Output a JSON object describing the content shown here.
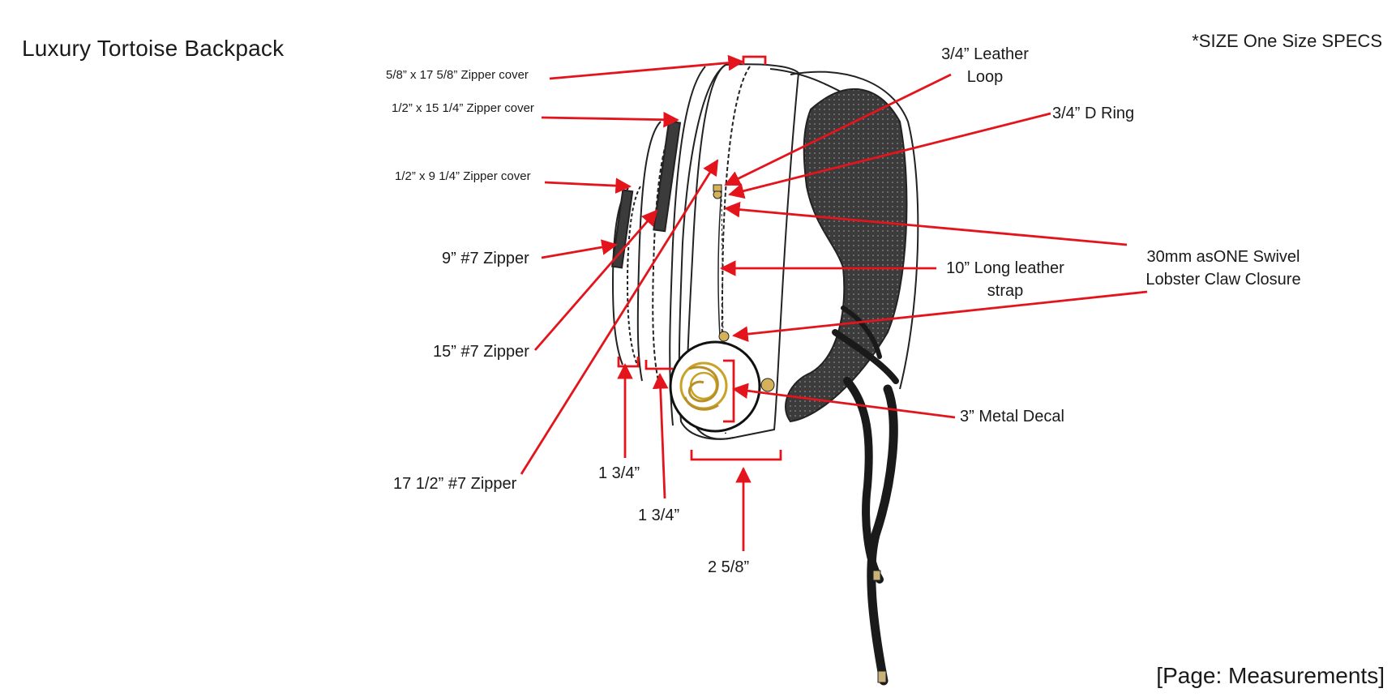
{
  "title": "Luxury Tortoise Backpack",
  "size_specs": "*SIZE One Size SPECS",
  "page_label": "[Page: Measurements]",
  "callouts": {
    "zip_cover_1": "5/8” x 17 5/8” Zipper cover",
    "zip_cover_2": "1/2” x 15 1/4” Zipper cover",
    "zip_cover_3": "1/2” x 9 1/4” Zipper cover",
    "zipper_9": "9” #7 Zipper",
    "zipper_15": "15” #7 Zipper",
    "zipper_17": "17 1/2” #7 Zipper",
    "leather_loop_l1": "3/4” Leather",
    "leather_loop_l2": "Loop",
    "d_ring": "3/4” D Ring",
    "leather_strap_l1": "10” Long leather",
    "leather_strap_l2": "strap",
    "lobster_l1": "30mm asONE Swivel",
    "lobster_l2": "Lobster Claw Closure",
    "metal_decal": "3” Metal Decal",
    "dim_a": "1 3/4”",
    "dim_b": "1 3/4”",
    "dim_c": "2 5/8”"
  },
  "colors": {
    "callout_red": "#e3141b",
    "outline": "#222222",
    "padding_dark": "#3b3b3b",
    "decal_gold": "#c9a227"
  }
}
